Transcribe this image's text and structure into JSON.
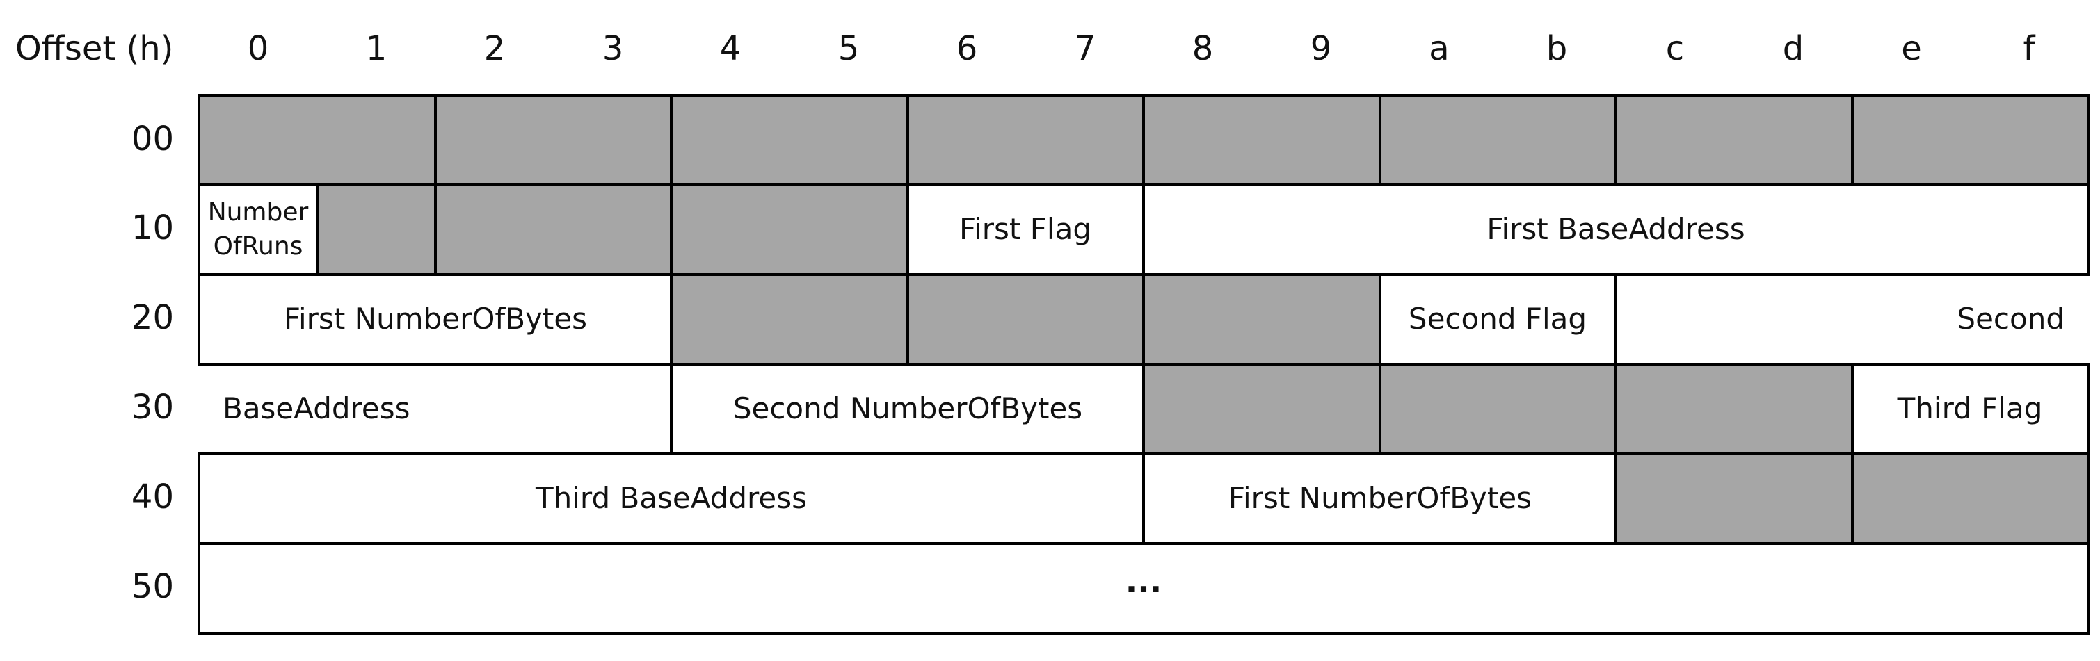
{
  "header": {
    "offset_label": "Offset (h)",
    "columns": [
      "0",
      "1",
      "2",
      "3",
      "4",
      "5",
      "6",
      "7",
      "8",
      "9",
      "a",
      "b",
      "c",
      "d",
      "e",
      "f"
    ]
  },
  "rows": [
    "00",
    "10",
    "20",
    "30",
    "40",
    "50"
  ],
  "colors": {
    "reserved": "#a6a6a6",
    "field": "#ffffff",
    "border": "#000000"
  },
  "cells": {
    "number_of_runs": [
      "Number",
      "OfRuns"
    ],
    "first_flag": "First Flag",
    "first_base_address": "First BaseAddress",
    "first_number_of_bytes": "First NumberOfBytes",
    "second_flag": "Second Flag",
    "second_base_address_start": "Second",
    "second_base_address_end": "BaseAddress",
    "second_number_of_bytes": "Second NumberOfBytes",
    "third_flag": "Third Flag",
    "third_base_address": "Third BaseAddress",
    "third_number_of_bytes": "First NumberOfBytes",
    "continuation": "..."
  }
}
